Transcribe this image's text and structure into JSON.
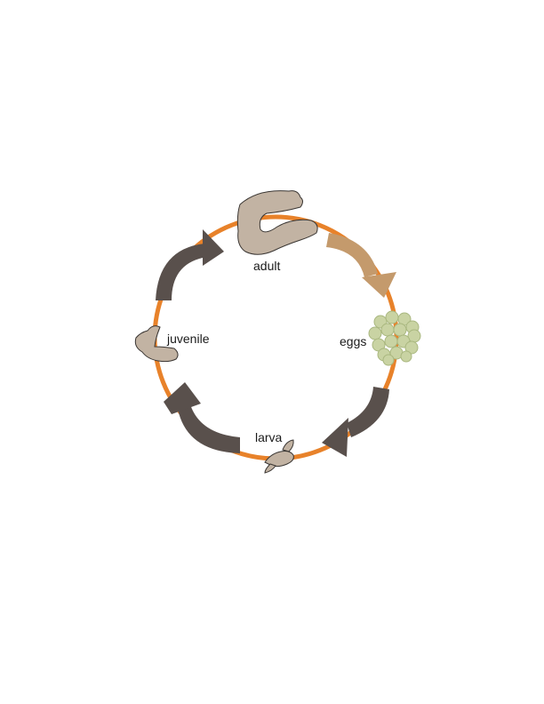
{
  "diagram": {
    "stages": {
      "adult": "adult",
      "eggs": "eggs",
      "larva": "larva",
      "juvenile": "juvenile"
    },
    "colors": {
      "cycle_ring": "#E8822A",
      "arrow_dark": "#59504C",
      "arrow_light": "#C49A6C",
      "organism": "#C2B3A3",
      "organism_outline": "#3A3633",
      "egg_fill": "#C9D3A3",
      "egg_outline": "#A9B77F"
    },
    "icons": {
      "adult": "adult-sea-cucumber-icon",
      "eggs": "egg-cluster-icon",
      "larva": "larva-icon",
      "juvenile": "juvenile-sea-cucumber-icon"
    }
  }
}
